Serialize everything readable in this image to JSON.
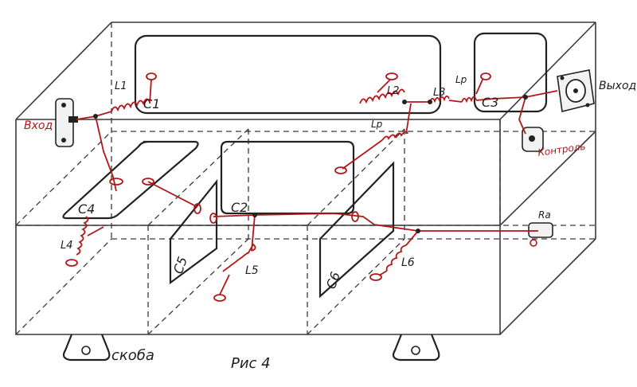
{
  "labels": {
    "input": "Вход",
    "output": "Выход",
    "control": "Контроль",
    "bracket": "скоба",
    "caption": "Рис 4",
    "c1": "C1",
    "c2": "C2",
    "c3": "C3",
    "c4": "C4",
    "c5": "C5",
    "c6": "C6",
    "l1": "L1",
    "l2": "L2",
    "l3": "L3",
    "l4": "L4",
    "l5": "L5",
    "l6": "L6",
    "lp1": "Lp",
    "lp2": "Lp",
    "ra": "Ra"
  },
  "colors": {
    "wire": "#b01818",
    "outline": "#3a3a3a"
  }
}
